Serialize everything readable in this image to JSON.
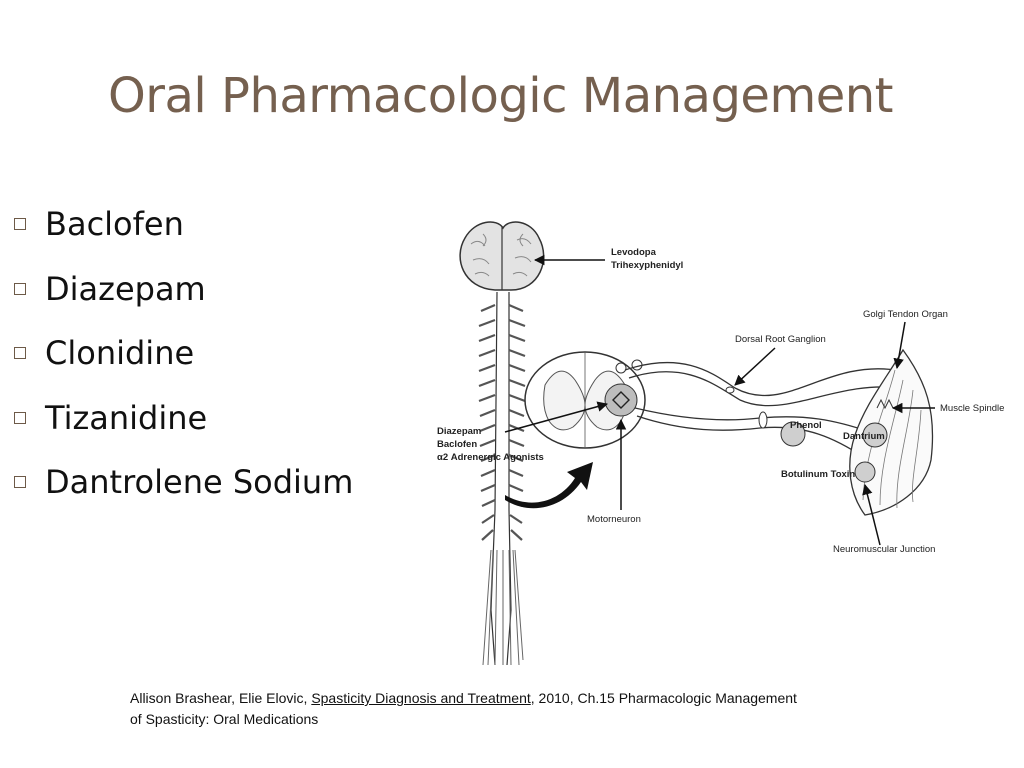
{
  "slide": {
    "title": "Oral Pharmacologic Management",
    "bullets": [
      "Baclofen",
      "Diazepam",
      "Clonidine",
      "Tizanidine",
      "Dantrolene Sodium"
    ],
    "figure": {
      "labels": {
        "levodopa": "Levodopa",
        "trihexyphenidyl": "Trihexyphenidyl",
        "golgi": "Golgi Tendon Organ",
        "drg": "Dorsal Root Ganglion",
        "spindle": "Muscle Spindle",
        "phenol": "Phenol",
        "dantrium": "Dantrium",
        "botox": "Botulinum Toxin",
        "diazepam": "Diazepam",
        "baclofen": "Baclofen",
        "alpha": "α2 Adrenergic Agonists",
        "motorneuron": "Motorneuron",
        "nmj": "Neuromuscular Junction"
      }
    },
    "citation": {
      "authors": "Allison Brashear, Elie Elovic, ",
      "book": "Spasticity Diagnosis and Treatment",
      "rest_line1": ", 2010, Ch.15 Pharmacologic  Management",
      "line2": "of Spasticity: Oral  Medications"
    }
  }
}
